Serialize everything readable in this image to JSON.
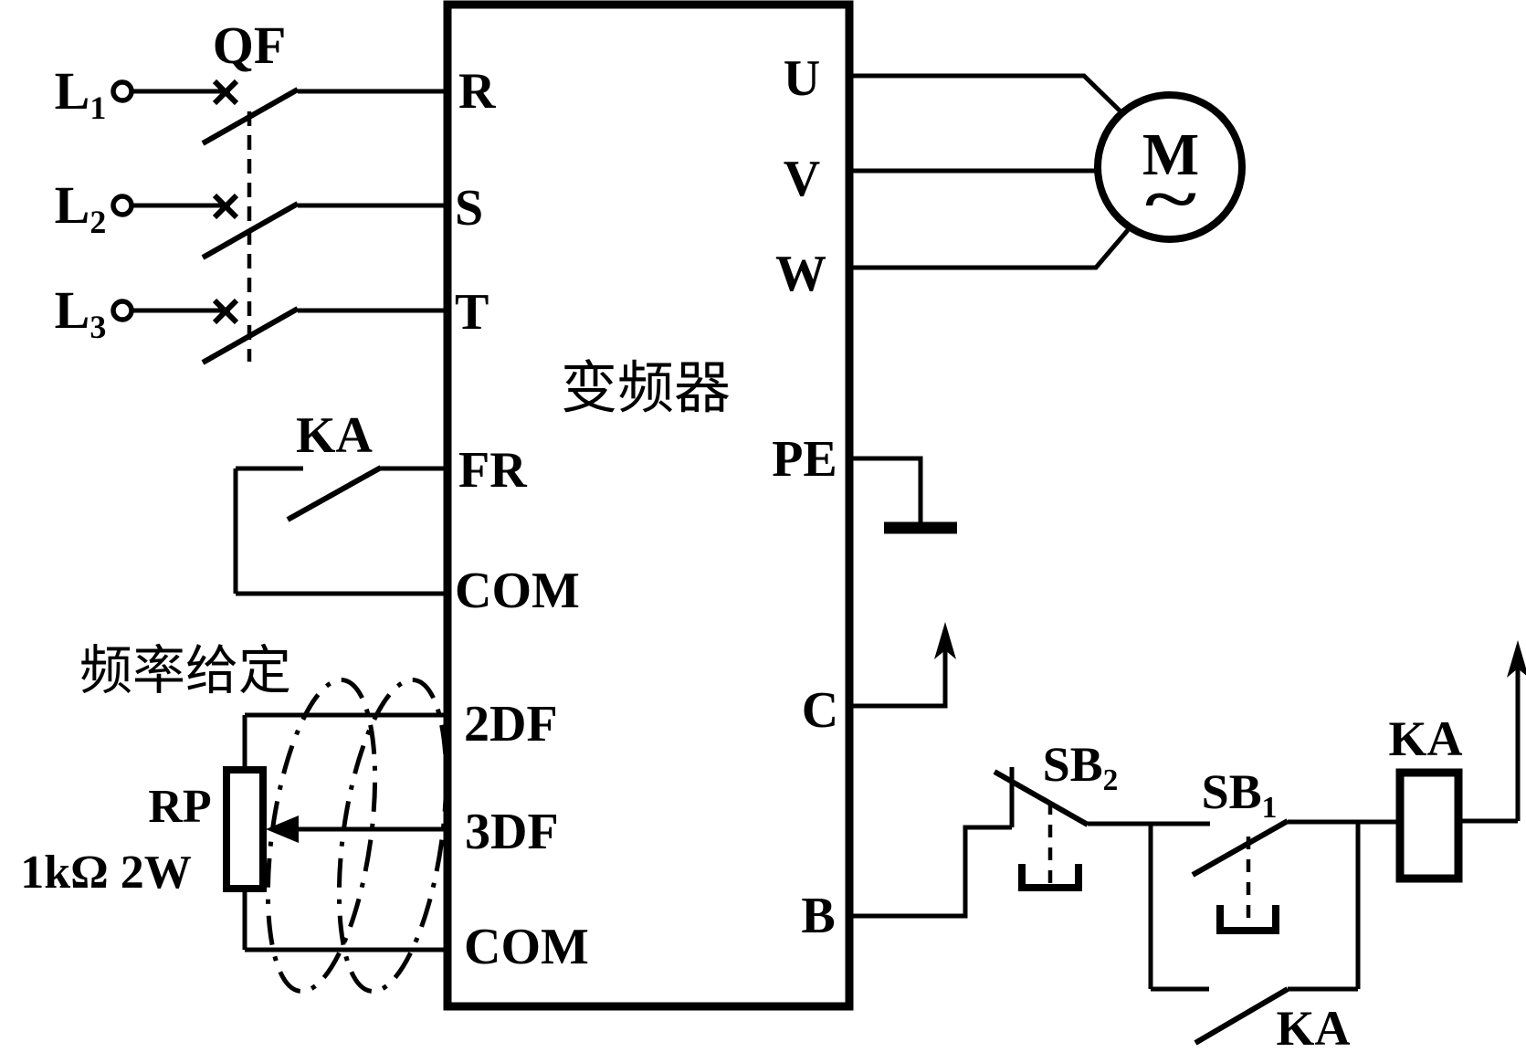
{
  "colors": {
    "line": "#000000",
    "background": "#ffffff"
  },
  "inverter": {
    "label": "变频器",
    "left_terminals": [
      "R",
      "S",
      "T",
      "FR",
      "COM",
      "2DF",
      "3DF",
      "COM"
    ],
    "right_terminals": [
      "U",
      "V",
      "W",
      "PE",
      "C",
      "B"
    ]
  },
  "power_supply": {
    "breaker_label": "QF",
    "lines": [
      {
        "base": "L",
        "sub": "1"
      },
      {
        "base": "L",
        "sub": "2"
      },
      {
        "base": "L",
        "sub": "3"
      }
    ]
  },
  "run_contact": {
    "label": "KA"
  },
  "frequency_reference": {
    "caption": "频率给定",
    "pot_label": "RP",
    "pot_rating": "1kΩ 2W"
  },
  "motor": {
    "label": "M",
    "wave": "~"
  },
  "control_circuit": {
    "stop_button": {
      "base": "SB",
      "sub": "2"
    },
    "start_button": {
      "base": "SB",
      "sub": "1"
    },
    "relay_coil_label": "KA",
    "holding_contact_label": "KA"
  }
}
